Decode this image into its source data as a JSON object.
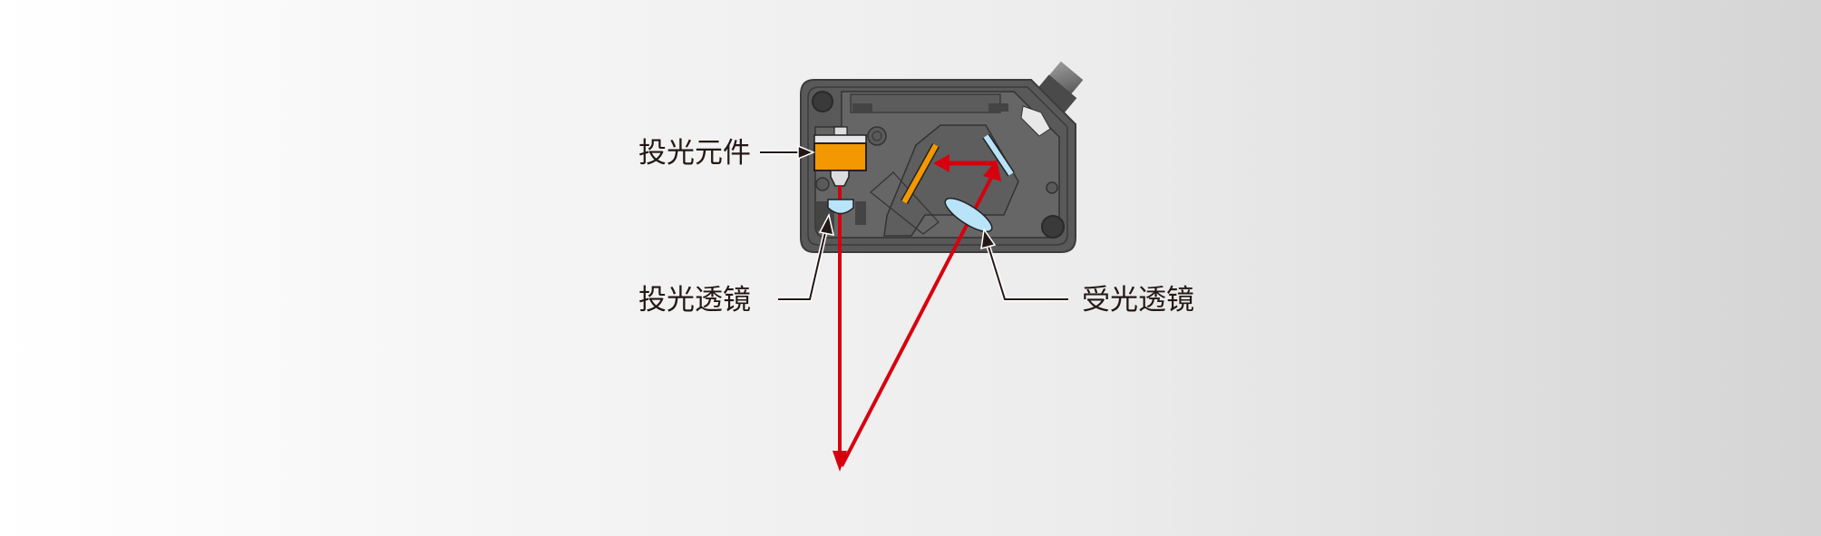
{
  "labels": {
    "emitter": "投光元件",
    "projector_lens": "投光透镜",
    "receiver_lens": "受光透镜"
  },
  "colors": {
    "beam": "#d7000f",
    "emitter": "#f39800",
    "lens": "#b9e3f9",
    "housing": "#5a5a5a"
  }
}
